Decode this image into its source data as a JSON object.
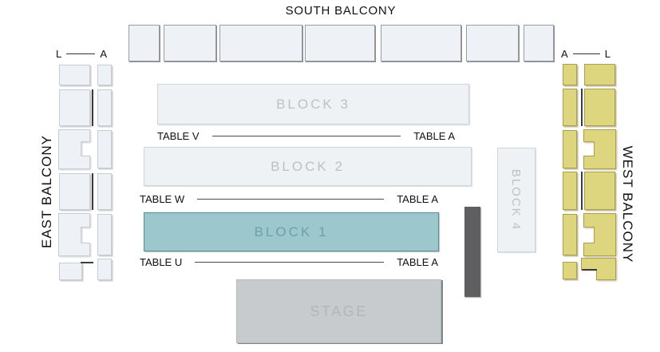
{
  "title": "SOUTH BALCONY",
  "east_balcony": {
    "label": "EAST BALCONY",
    "row_letters": {
      "left": "L",
      "right": "A"
    }
  },
  "west_balcony": {
    "label": "WEST BALCONY",
    "row_letters": {
      "left": "A",
      "right": "L"
    }
  },
  "blocks": {
    "block1": "BLOCK 1",
    "block2": "BLOCK 2",
    "block3": "BLOCK 3",
    "block4": "BLOCK 4"
  },
  "stage": {
    "label": "STAGE"
  },
  "table_rows": [
    {
      "left": "TABLE V",
      "right": "TABLE A"
    },
    {
      "left": "TABLE W",
      "right": "TABLE A"
    },
    {
      "left": "TABLE U",
      "right": "TABLE A"
    }
  ],
  "colors": {
    "seat-light": "#eef1f5",
    "seat-light-border": "#c6ced4",
    "south-border": "#979ea3",
    "block-fill": "#eef2f5",
    "block-border": "#cdd6db",
    "block-text": "#b9c2c8",
    "teal-fill": "#9cc8cd",
    "teal-border": "#578f96",
    "teal-text": "#6da1a7",
    "yellow-fill": "#ddd67e",
    "yellow-border": "#ac9e4c",
    "stage-fill": "#c7cbce",
    "stage-border": "#b5babd",
    "stage-text": "#b0b6ba",
    "dark-bar": "#5f5f62",
    "line-dark": "#3c3c3c"
  }
}
